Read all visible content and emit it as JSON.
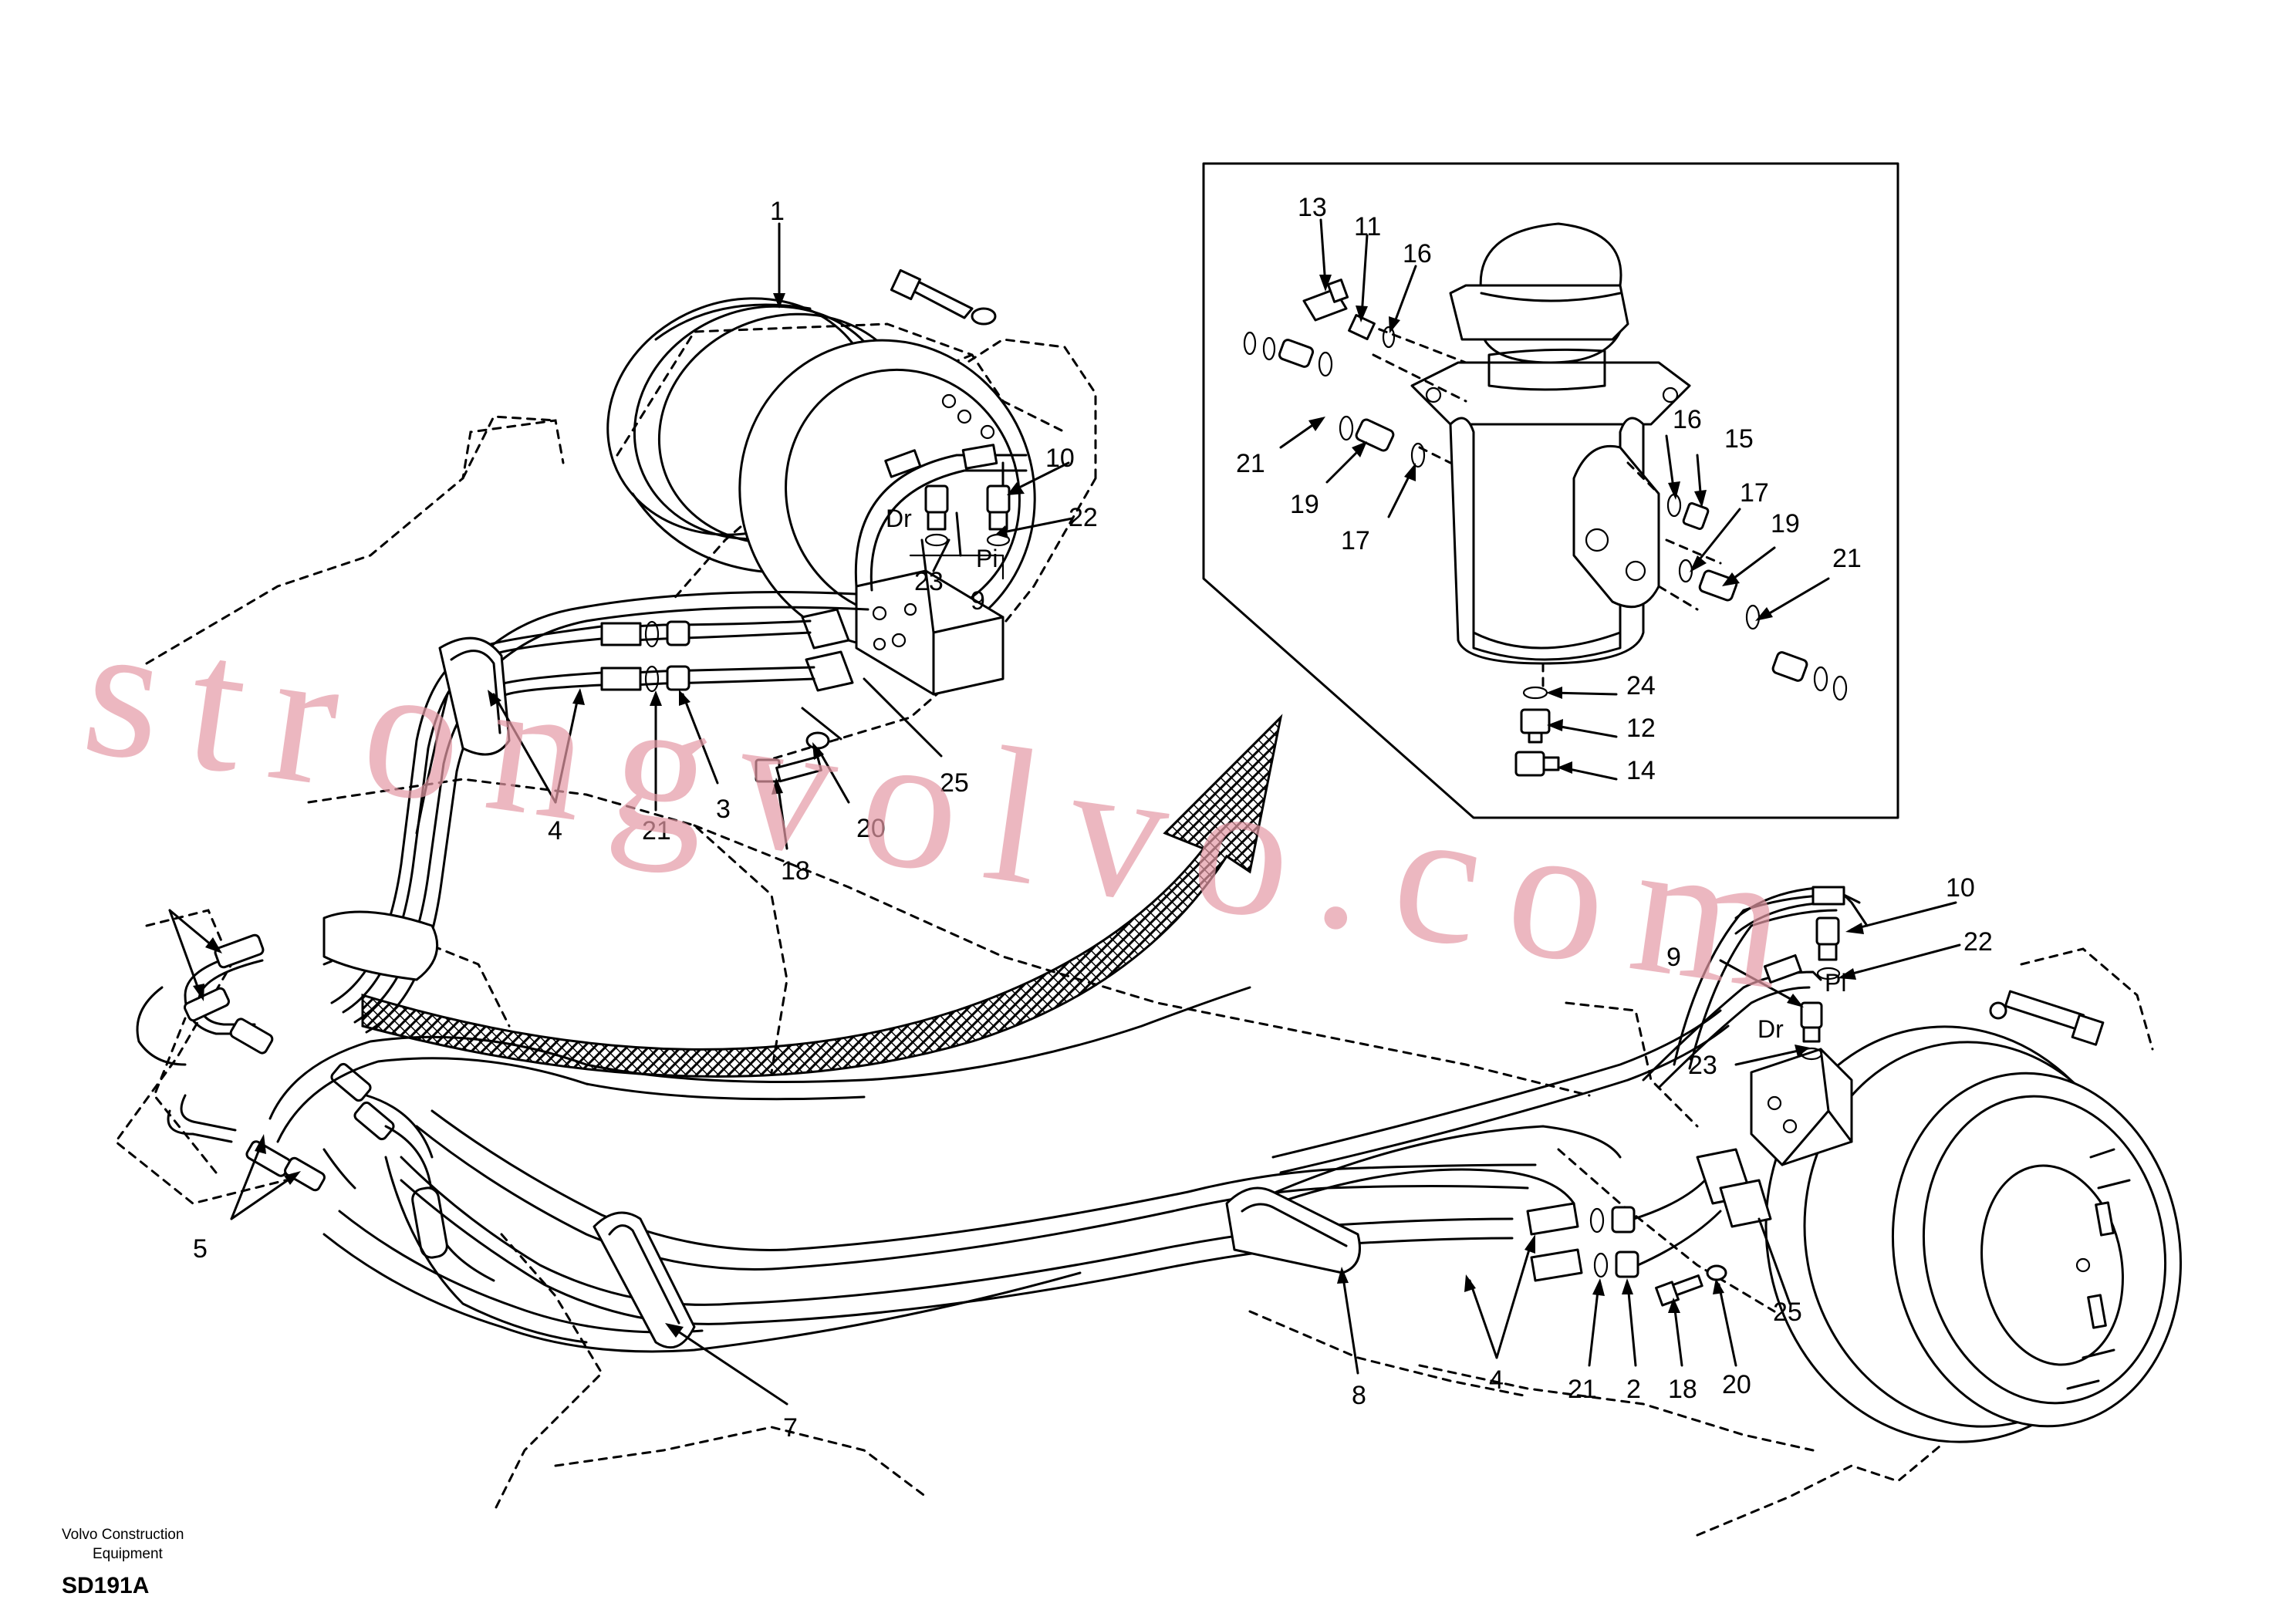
{
  "labels": {
    "l1": "1",
    "l2": "2",
    "l3": "3",
    "l4a": "4",
    "l4b": "4",
    "l5": "5",
    "l7": "7",
    "l8": "8",
    "l9a": "9",
    "l9b": "9",
    "l10a": "10",
    "l10b": "10",
    "l11": "11",
    "l12": "12",
    "l13": "13",
    "l14": "14",
    "l15": "15",
    "l16a": "16",
    "l16b": "16",
    "l17a": "17",
    "l17b": "17",
    "l18a": "18",
    "l18b": "18",
    "l19a": "19",
    "l19b": "19",
    "l20a": "20",
    "l20b": "20",
    "l21a": "21",
    "l21b": "21",
    "l21c": "21",
    "l21d": "21",
    "l22a": "22",
    "l22b": "22",
    "l23a": "23",
    "l23b": "23",
    "l24": "24",
    "l25a": "25",
    "l25b": "25"
  },
  "ports": {
    "dr_top": "Dr",
    "pi_top": "Pi",
    "dr_bottom": "Dr",
    "pi_bottom": "Pi"
  },
  "watermark": "strongvolvo.com",
  "footer": {
    "maker_line1": "Volvo Construction",
    "maker_line2": "Equipment",
    "drawing_code": "SD191A"
  }
}
